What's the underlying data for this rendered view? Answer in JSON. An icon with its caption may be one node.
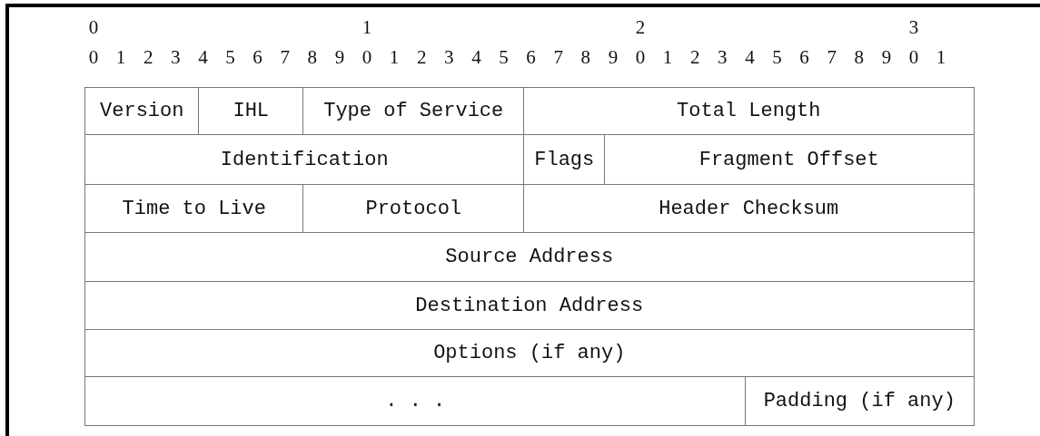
{
  "diagram": {
    "nodes": [
      {
        "text": [
          "Version"
        ]
      },
      {
        "text": [
          "IHL"
        ]
      },
      {
        "text": [
          "Type of Service"
        ]
      },
      {
        "text": [
          "Total Length"
        ]
      },
      {
        "text": [
          "Identification"
        ]
      },
      {
        "text": [
          "Flags"
        ]
      },
      {
        "text": [
          "Fragment Offset"
        ]
      },
      {
        "text": [
          "Time to Live"
        ]
      },
      {
        "text": [
          "Protocol"
        ]
      },
      {
        "text": [
          "Header Checksum"
        ]
      },
      {
        "text": [
          "Source Address"
        ]
      },
      {
        "text": [
          "Destination Address"
        ]
      },
      {
        "text": [
          "Options (if any)"
        ]
      },
      {
        "text": [
          ". . ."
        ]
      },
      {
        "text": [
          "Padding (if any)"
        ]
      }
    ],
    "labels": [
      "0",
      "1",
      "2",
      "3",
      "0 1 2 3 4 5 6 7 8 9 0 1 2 3 4 5 6 7 8 9 0 1 2 3 4 5 6 7 8 9 0 1"
    ]
  }
}
